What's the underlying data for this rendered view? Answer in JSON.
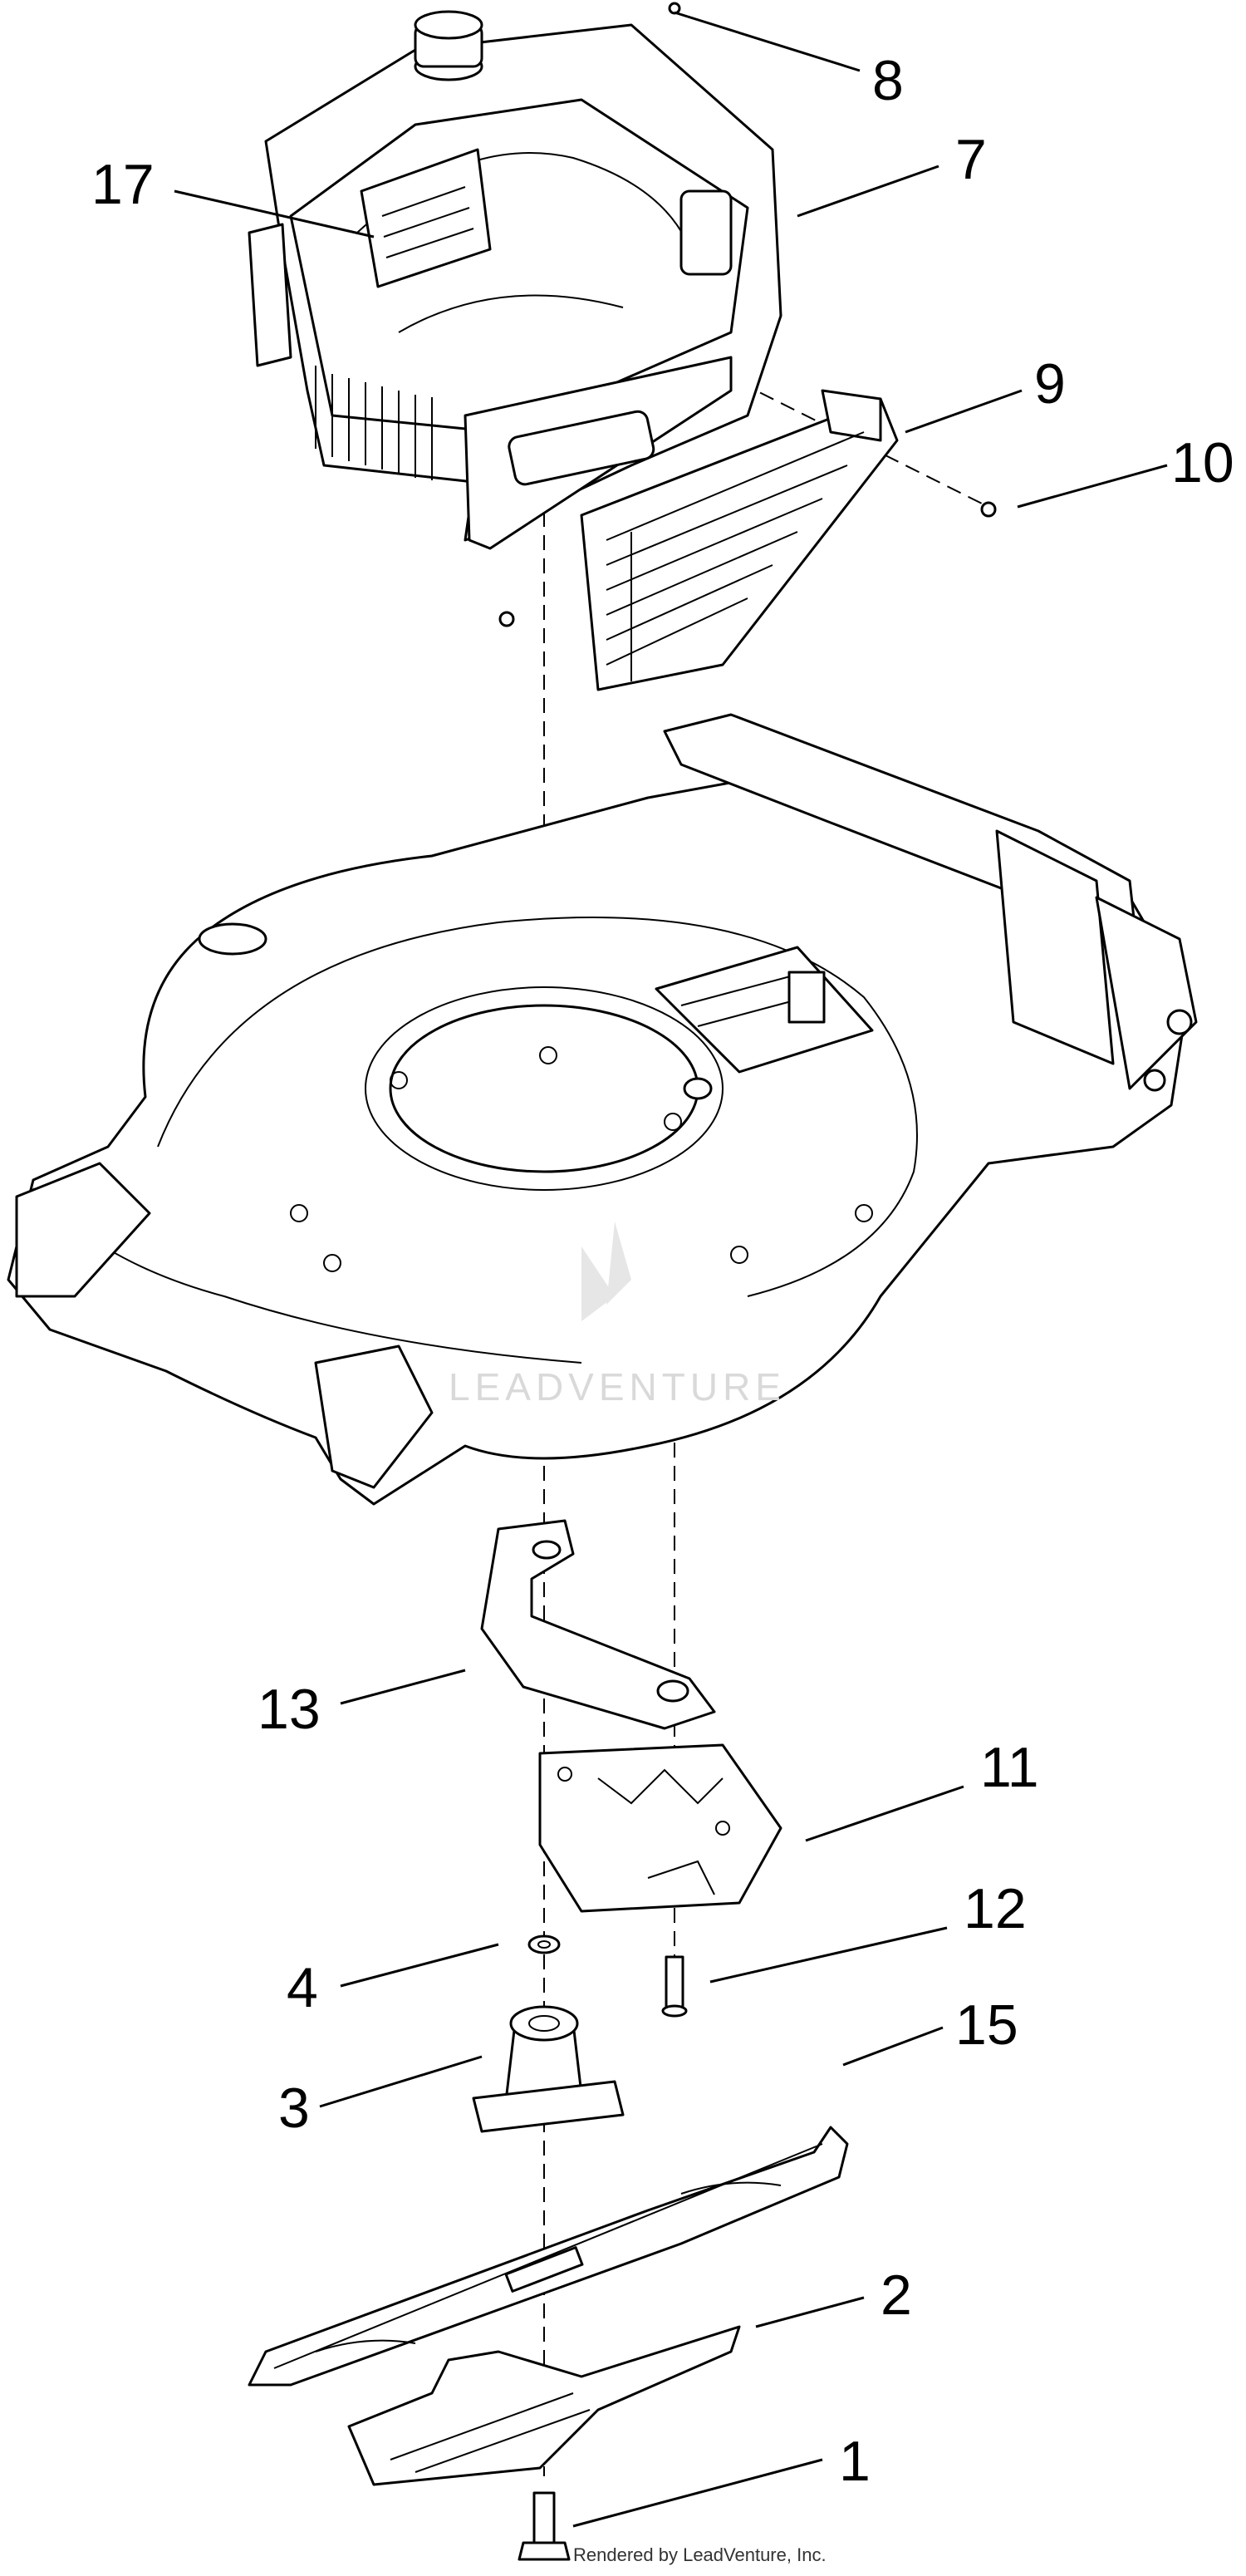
{
  "diagram": {
    "callouts": {
      "c1": "1",
      "c2": "2",
      "c3": "3",
      "c4": "4",
      "c7": "7",
      "c8": "8",
      "c9": "9",
      "c10": "10",
      "c11": "11",
      "c12": "12",
      "c13": "13",
      "c15": "15",
      "c17": "17"
    },
    "watermark": "LEADVENTURE",
    "credit": "Rendered by LeadVenture, Inc."
  }
}
